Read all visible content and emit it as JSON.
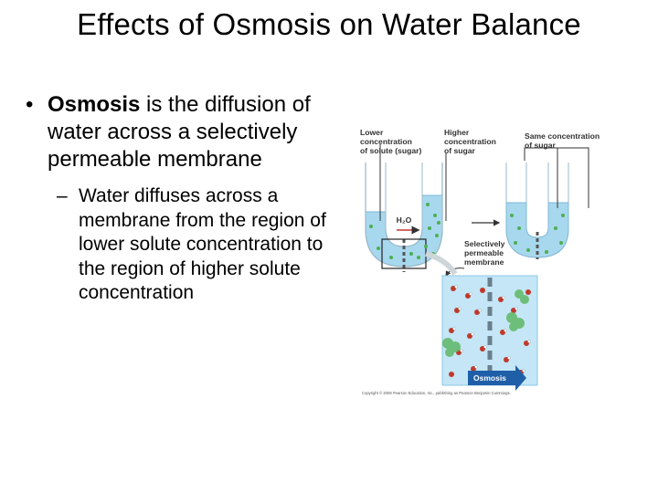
{
  "slide": {
    "title": "Effects of Osmosis on Water Balance",
    "bullet_1": {
      "term": "Osmosis",
      "text": " is the diffusion of water across a selectively permeable membrane"
    },
    "bullet_2": {
      "dash": "–",
      "text": "Water diffuses across a membrane from the region of lower solute concentration to the region of higher solute concentration"
    }
  },
  "figure": {
    "label_lower_1": "Lower",
    "label_lower_2": "concentration",
    "label_lower_3": "of solute (sugar)",
    "label_higher_1": "Higher",
    "label_higher_2": "concentration",
    "label_higher_3": "of sugar",
    "label_same_1": "Same concentration",
    "label_same_2": "of sugar",
    "label_h2o": "H₂O",
    "label_membrane_1": "Selectively",
    "label_membrane_2": "permeable",
    "label_membrane_3": "membrane",
    "label_osmosis": "Osmosis",
    "copyright": "Copyright © 2008 Pearson Education, Inc., publishing as Pearson Benjamin Cummings.",
    "colors": {
      "water": "#a8d8ee",
      "water_dark": "#8cc8e6",
      "sugar": "#4caf50",
      "water_molecule": "#c0392b",
      "arrow_blue": "#1f5fa8"
    }
  }
}
